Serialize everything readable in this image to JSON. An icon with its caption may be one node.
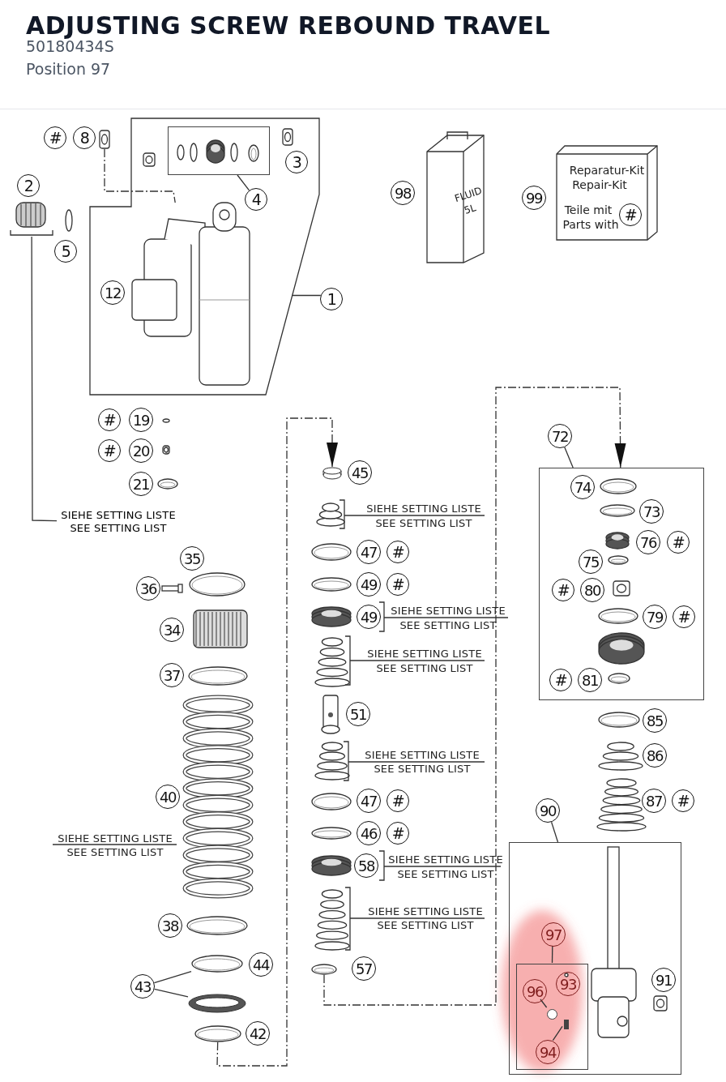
{
  "diagram": {
    "title": "ADJUSTING SCREW REBOUND TRAVEL",
    "nodes": [
      {
        "text": [
          "1"
        ]
      },
      {
        "text": [],
        "shape": "box"
      },
      {
        "text": [
          "4"
        ],
        "in": 1
      },
      {
        "text": [],
        "shape": "box",
        "in": 1
      },
      {
        "text": [
          "SIEHE SETTING LISTE",
          "SEE SETTING LIST"
        ]
      },
      {
        "text": [],
        "shape": "picture"
      },
      {
        "text": [
          "72"
        ]
      },
      {
        "text": [],
        "shape": "box"
      },
      {
        "text": [
          "90"
        ]
      },
      {
        "text": [],
        "shape": "box"
      },
      {
        "text": [
          "97"
        ],
        "in": 9
      },
      {
        "text": [],
        "shape": "box",
        "in": 9
      },
      {
        "text": [
          "96"
        ],
        "in": 11
      },
      {
        "text": [],
        "shape": "circle",
        "in": 11
      },
      {
        "text": [
          "94"
        ],
        "in": 11
      },
      {
        "text": [],
        "shape": "bar",
        "in": 11
      },
      {
        "text": [
          "43"
        ]
      },
      {
        "text": [],
        "shape": "picture"
      },
      {
        "text": [],
        "shape": "picture"
      },
      {
        "text": [],
        "shape": "picture"
      },
      {
        "text": [],
        "shape": "picture"
      },
      {
        "text": [],
        "shape": "picture"
      },
      {
        "text": [
          "#"
        ]
      },
      {
        "text": [
          "8"
        ]
      },
      {
        "text": [],
        "shape": "picture"
      },
      {
        "text": [],
        "shape": "picture",
        "in": 1
      },
      {
        "text": [
          "3"
        ],
        "in": 1
      },
      {
        "text": [
          "2"
        ]
      },
      {
        "text": [
          "5"
        ]
      },
      {
        "text": [
          "12"
        ],
        "in": 1
      },
      {
        "text": [
          "98"
        ]
      },
      {
        "text": [
          "FLUID",
          "5L"
        ]
      },
      {
        "text": [
          "99"
        ]
      },
      {
        "text": [
          "Reparatur-Kit",
          "Repair-Kit",
          "Teile mit",
          "Parts with"
        ]
      },
      {
        "text": [
          "#"
        ],
        "in": 33
      },
      {
        "text": [
          "#"
        ]
      },
      {
        "text": [
          "19"
        ]
      },
      {
        "text": [
          "#"
        ]
      },
      {
        "text": [
          "20"
        ]
      },
      {
        "text": [
          "21"
        ]
      },
      {
        "text": [
          "45"
        ]
      },
      {
        "text": [
          "35"
        ]
      },
      {
        "text": [
          "47"
        ]
      },
      {
        "text": [
          "#"
        ]
      },
      {
        "text": [
          "36"
        ]
      },
      {
        "text": [
          "49"
        ]
      },
      {
        "text": [
          "#"
        ]
      },
      {
        "text": [
          "49"
        ]
      },
      {
        "text": [
          "34"
        ]
      },
      {
        "text": [
          "37"
        ]
      },
      {
        "text": [
          "51"
        ]
      },
      {
        "text": [
          "40"
        ]
      },
      {
        "text": [
          "47"
        ]
      },
      {
        "text": [
          "#"
        ]
      },
      {
        "text": [
          "46"
        ]
      },
      {
        "text": [
          "#"
        ]
      },
      {
        "text": [
          "58"
        ]
      },
      {
        "text": [
          "38"
        ]
      },
      {
        "text": [
          "44"
        ]
      },
      {
        "text": [
          "57"
        ]
      },
      {
        "text": [
          "42"
        ]
      },
      {
        "text": [
          "74"
        ],
        "in": 7
      },
      {
        "text": [
          "73"
        ],
        "in": 7
      },
      {
        "text": [
          "76"
        ],
        "in": 7
      },
      {
        "text": [
          "#"
        ],
        "in": 7
      },
      {
        "text": [
          "75"
        ],
        "in": 7
      },
      {
        "text": [
          "#"
        ],
        "in": 7
      },
      {
        "text": [
          "80"
        ],
        "in": 7
      },
      {
        "text": [
          "79"
        ],
        "in": 7
      },
      {
        "text": [
          "#"
        ],
        "in": 7
      },
      {
        "text": [
          "#"
        ],
        "in": 7
      },
      {
        "text": [
          "81"
        ],
        "in": 7
      },
      {
        "text": [
          "85"
        ]
      },
      {
        "text": [
          "86"
        ]
      },
      {
        "text": [
          "87"
        ]
      },
      {
        "text": [
          "#"
        ]
      },
      {
        "text": [
          "93"
        ],
        "in": 11
      },
      {
        "text": [
          "91"
        ],
        "in": 9
      }
    ],
    "edges": [
      {
        "from": 0,
        "to": 1,
        "arrow": "none"
      },
      {
        "from": 2,
        "to": 3,
        "arrow": "none"
      },
      {
        "from": 4,
        "to": 5,
        "arrow": "none"
      },
      {
        "from": 6,
        "to": 7,
        "arrow": "none"
      },
      {
        "from": 8,
        "to": 9,
        "arrow": "none"
      },
      {
        "from": 10,
        "to": 11,
        "arrow": "none"
      },
      {
        "from": 12,
        "to": 13,
        "arrow": "none"
      },
      {
        "from": 14,
        "to": 15,
        "arrow": "none"
      },
      {
        "from": 16,
        "to": 17,
        "arrow": "none"
      },
      {
        "from": 16,
        "to": 18,
        "arrow": "none"
      },
      {
        "from": 19,
        "to": 20,
        "arrow": "to",
        "style": "dashed"
      },
      {
        "from": 21,
        "to": 7,
        "arrow": "to",
        "style": "dashed"
      },
      {
        "from": 24,
        "to": 25,
        "arrow": "none",
        "style": "dashed"
      }
    ],
    "labels": [
      "50180434S",
      "Position 97",
      "SIEHE SETTING LISTE",
      "SEE SETTING LIST",
      "SIEHE SETTING LISTE",
      "SEE SETTING LIST",
      "SIEHE SETTING LISTE",
      "SEE SETTING LIST",
      "SIEHE SETTING LISTE",
      "SEE SETTING LIST",
      "SIEHE SETTING LISTE",
      "SEE SETTING LIST",
      "SIEHE SETTING LISTE",
      "SEE SETTING LIST",
      "SIEHE SETTING LISTE",
      "SEE SETTING LIST"
    ]
  }
}
